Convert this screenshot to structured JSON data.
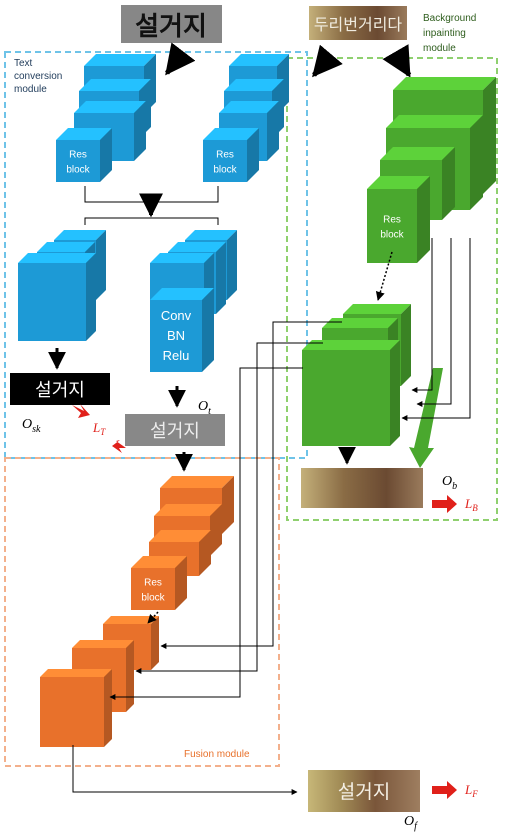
{
  "colors": {
    "blue": "#1d9ad6",
    "green": "#4aa82e",
    "orange": "#e8712b",
    "red": "#e0201a",
    "blue_box": "#6ec3e8",
    "green_box": "#8fd06f",
    "orange_box": "#f3b08c"
  },
  "inputs": {
    "text_image": "설거지",
    "background_image": "두리번거리다"
  },
  "modules": {
    "text_conversion": "Text conversion module",
    "background_inpainting": "Background inpainting module",
    "fusion": "Fusion module"
  },
  "blocks": {
    "res_block": "Res block",
    "conv": "Conv",
    "bn": "BN",
    "relu": "Relu"
  },
  "outputs": {
    "o_sk": "O",
    "o_sk_sub": "sk",
    "o_t": "O",
    "o_t_sub": "t",
    "o_b": "O",
    "o_b_sub": "b",
    "o_f": "O",
    "o_f_sub": "f",
    "skeleton_text": "설거지",
    "text_output": "설거지",
    "fused_text": "설거지"
  },
  "losses": {
    "l_t": "L",
    "l_t_sub": "T",
    "l_b": "L",
    "l_b_sub": "B",
    "l_f": "L",
    "l_f_sub": "F"
  }
}
